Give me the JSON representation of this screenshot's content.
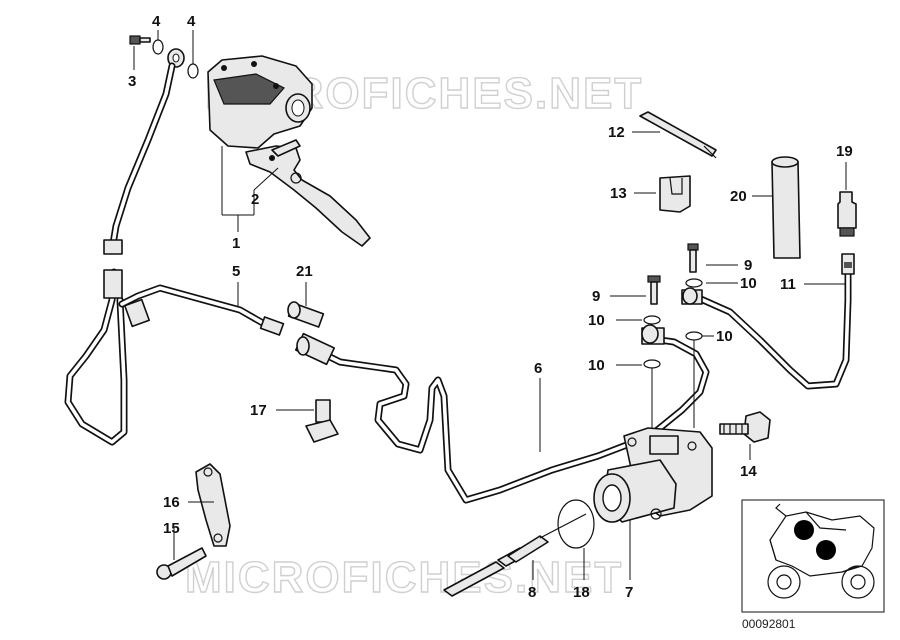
{
  "diagram": {
    "callouts": [
      {
        "id": "c4a",
        "label": "4"
      },
      {
        "id": "c4b",
        "label": "4"
      },
      {
        "id": "c3",
        "label": "3"
      },
      {
        "id": "c2",
        "label": "2"
      },
      {
        "id": "c1",
        "label": "1"
      },
      {
        "id": "c5",
        "label": "5"
      },
      {
        "id": "c21",
        "label": "21"
      },
      {
        "id": "c12",
        "label": "12"
      },
      {
        "id": "c13",
        "label": "13"
      },
      {
        "id": "c20",
        "label": "20"
      },
      {
        "id": "c19",
        "label": "19"
      },
      {
        "id": "c9a",
        "label": "9"
      },
      {
        "id": "c9b",
        "label": "9"
      },
      {
        "id": "c10a",
        "label": "10"
      },
      {
        "id": "c10b",
        "label": "10"
      },
      {
        "id": "c10c",
        "label": "10"
      },
      {
        "id": "c10d",
        "label": "10"
      },
      {
        "id": "c11",
        "label": "11"
      },
      {
        "id": "c6",
        "label": "6"
      },
      {
        "id": "c17",
        "label": "17"
      },
      {
        "id": "c14",
        "label": "14"
      },
      {
        "id": "c16",
        "label": "16"
      },
      {
        "id": "c15",
        "label": "15"
      },
      {
        "id": "c8",
        "label": "8"
      },
      {
        "id": "c18",
        "label": "18"
      },
      {
        "id": "c7",
        "label": "7"
      }
    ],
    "watermark_top": "MICROFICHES.NET",
    "watermark_bottom": "MICROFICHES.NET",
    "reference_number": "00092801"
  },
  "colors": {
    "line": "#111111",
    "watermark": "#d0d0d0",
    "highlight": "#000000"
  }
}
